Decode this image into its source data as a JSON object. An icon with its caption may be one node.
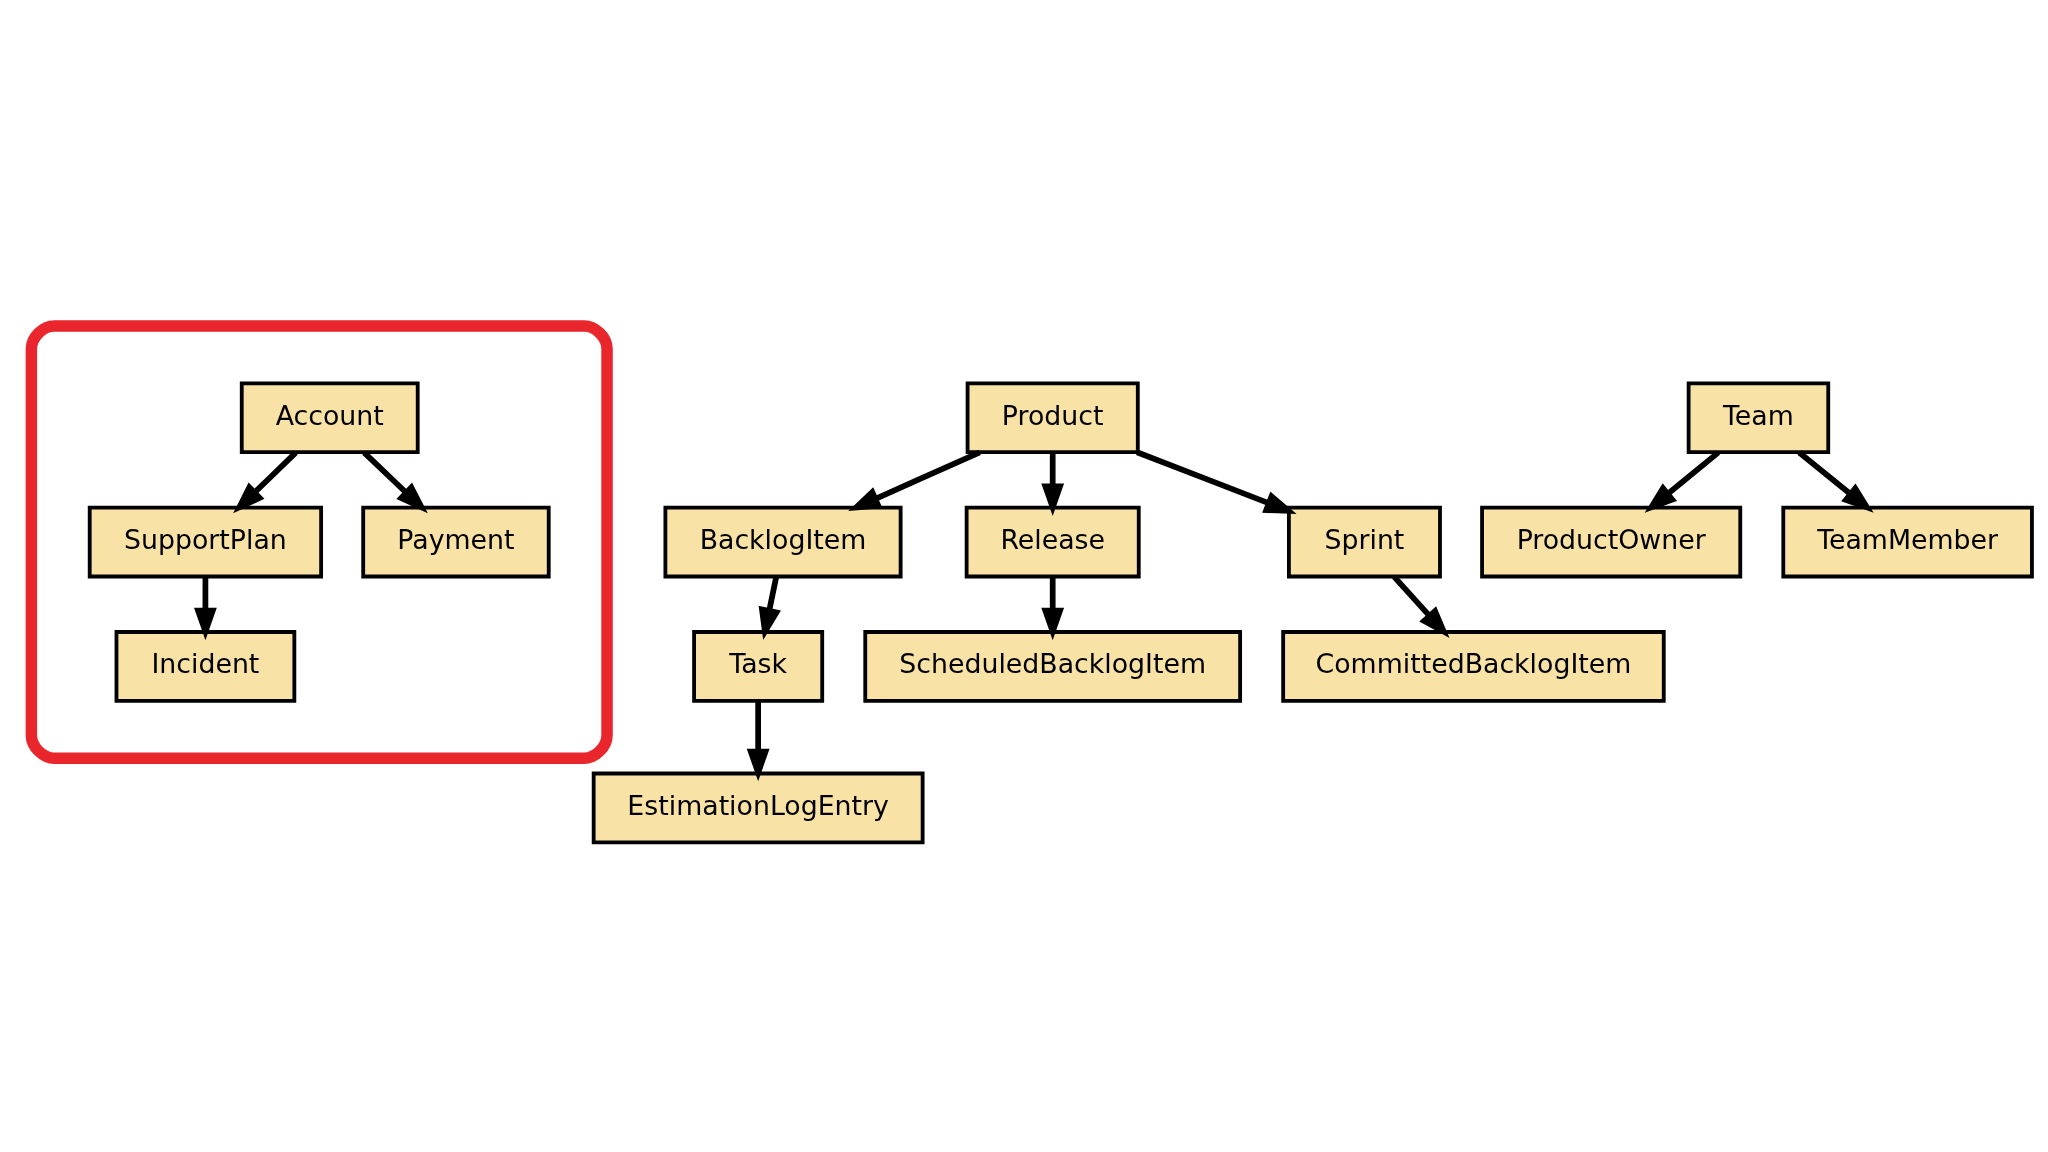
{
  "diagram": {
    "nodes": [
      {
        "text": [],
        "shape": "ellipse"
      },
      {
        "text": [
          "Account"
        ],
        "in": 0
      },
      {
        "text": [
          "SupportPlan"
        ],
        "in": 0
      },
      {
        "text": [
          "Payment"
        ],
        "in": 0
      },
      {
        "text": [
          "Incident"
        ],
        "in": 0
      },
      {
        "text": [
          "Product"
        ]
      },
      {
        "text": [
          "BacklogItem"
        ]
      },
      {
        "text": [
          "Release"
        ]
      },
      {
        "text": [
          "Sprint"
        ]
      },
      {
        "text": [
          "Task"
        ]
      },
      {
        "text": [
          "ScheduledBacklogItem"
        ]
      },
      {
        "text": [
          "CommittedBacklogItem"
        ]
      },
      {
        "text": [
          "Team"
        ]
      },
      {
        "text": [
          "EstimationLogEntry"
        ]
      },
      {
        "text": [
          "ProductOwner"
        ]
      },
      {
        "text": [
          "TeamMember"
        ]
      }
    ],
    "edges": [
      {
        "from": 1,
        "to": 2,
        "arrow": "to"
      },
      {
        "from": 1,
        "to": 3,
        "arrow": "to"
      },
      {
        "from": 2,
        "to": 4,
        "arrow": "to"
      },
      {
        "from": 5,
        "to": 6,
        "arrow": "to"
      },
      {
        "from": 5,
        "to": 7,
        "arrow": "to"
      },
      {
        "from": 5,
        "to": 8,
        "arrow": "to"
      },
      {
        "from": 6,
        "to": 9,
        "arrow": "to"
      },
      {
        "from": 7,
        "to": 10,
        "arrow": "to"
      },
      {
        "from": 8,
        "to": 11,
        "arrow": "to"
      },
      {
        "from": 9,
        "to": 13,
        "arrow": "to"
      },
      {
        "from": 12,
        "to": 14,
        "arrow": "to"
      },
      {
        "from": 12,
        "to": 15,
        "arrow": "to"
      }
    ]
  }
}
